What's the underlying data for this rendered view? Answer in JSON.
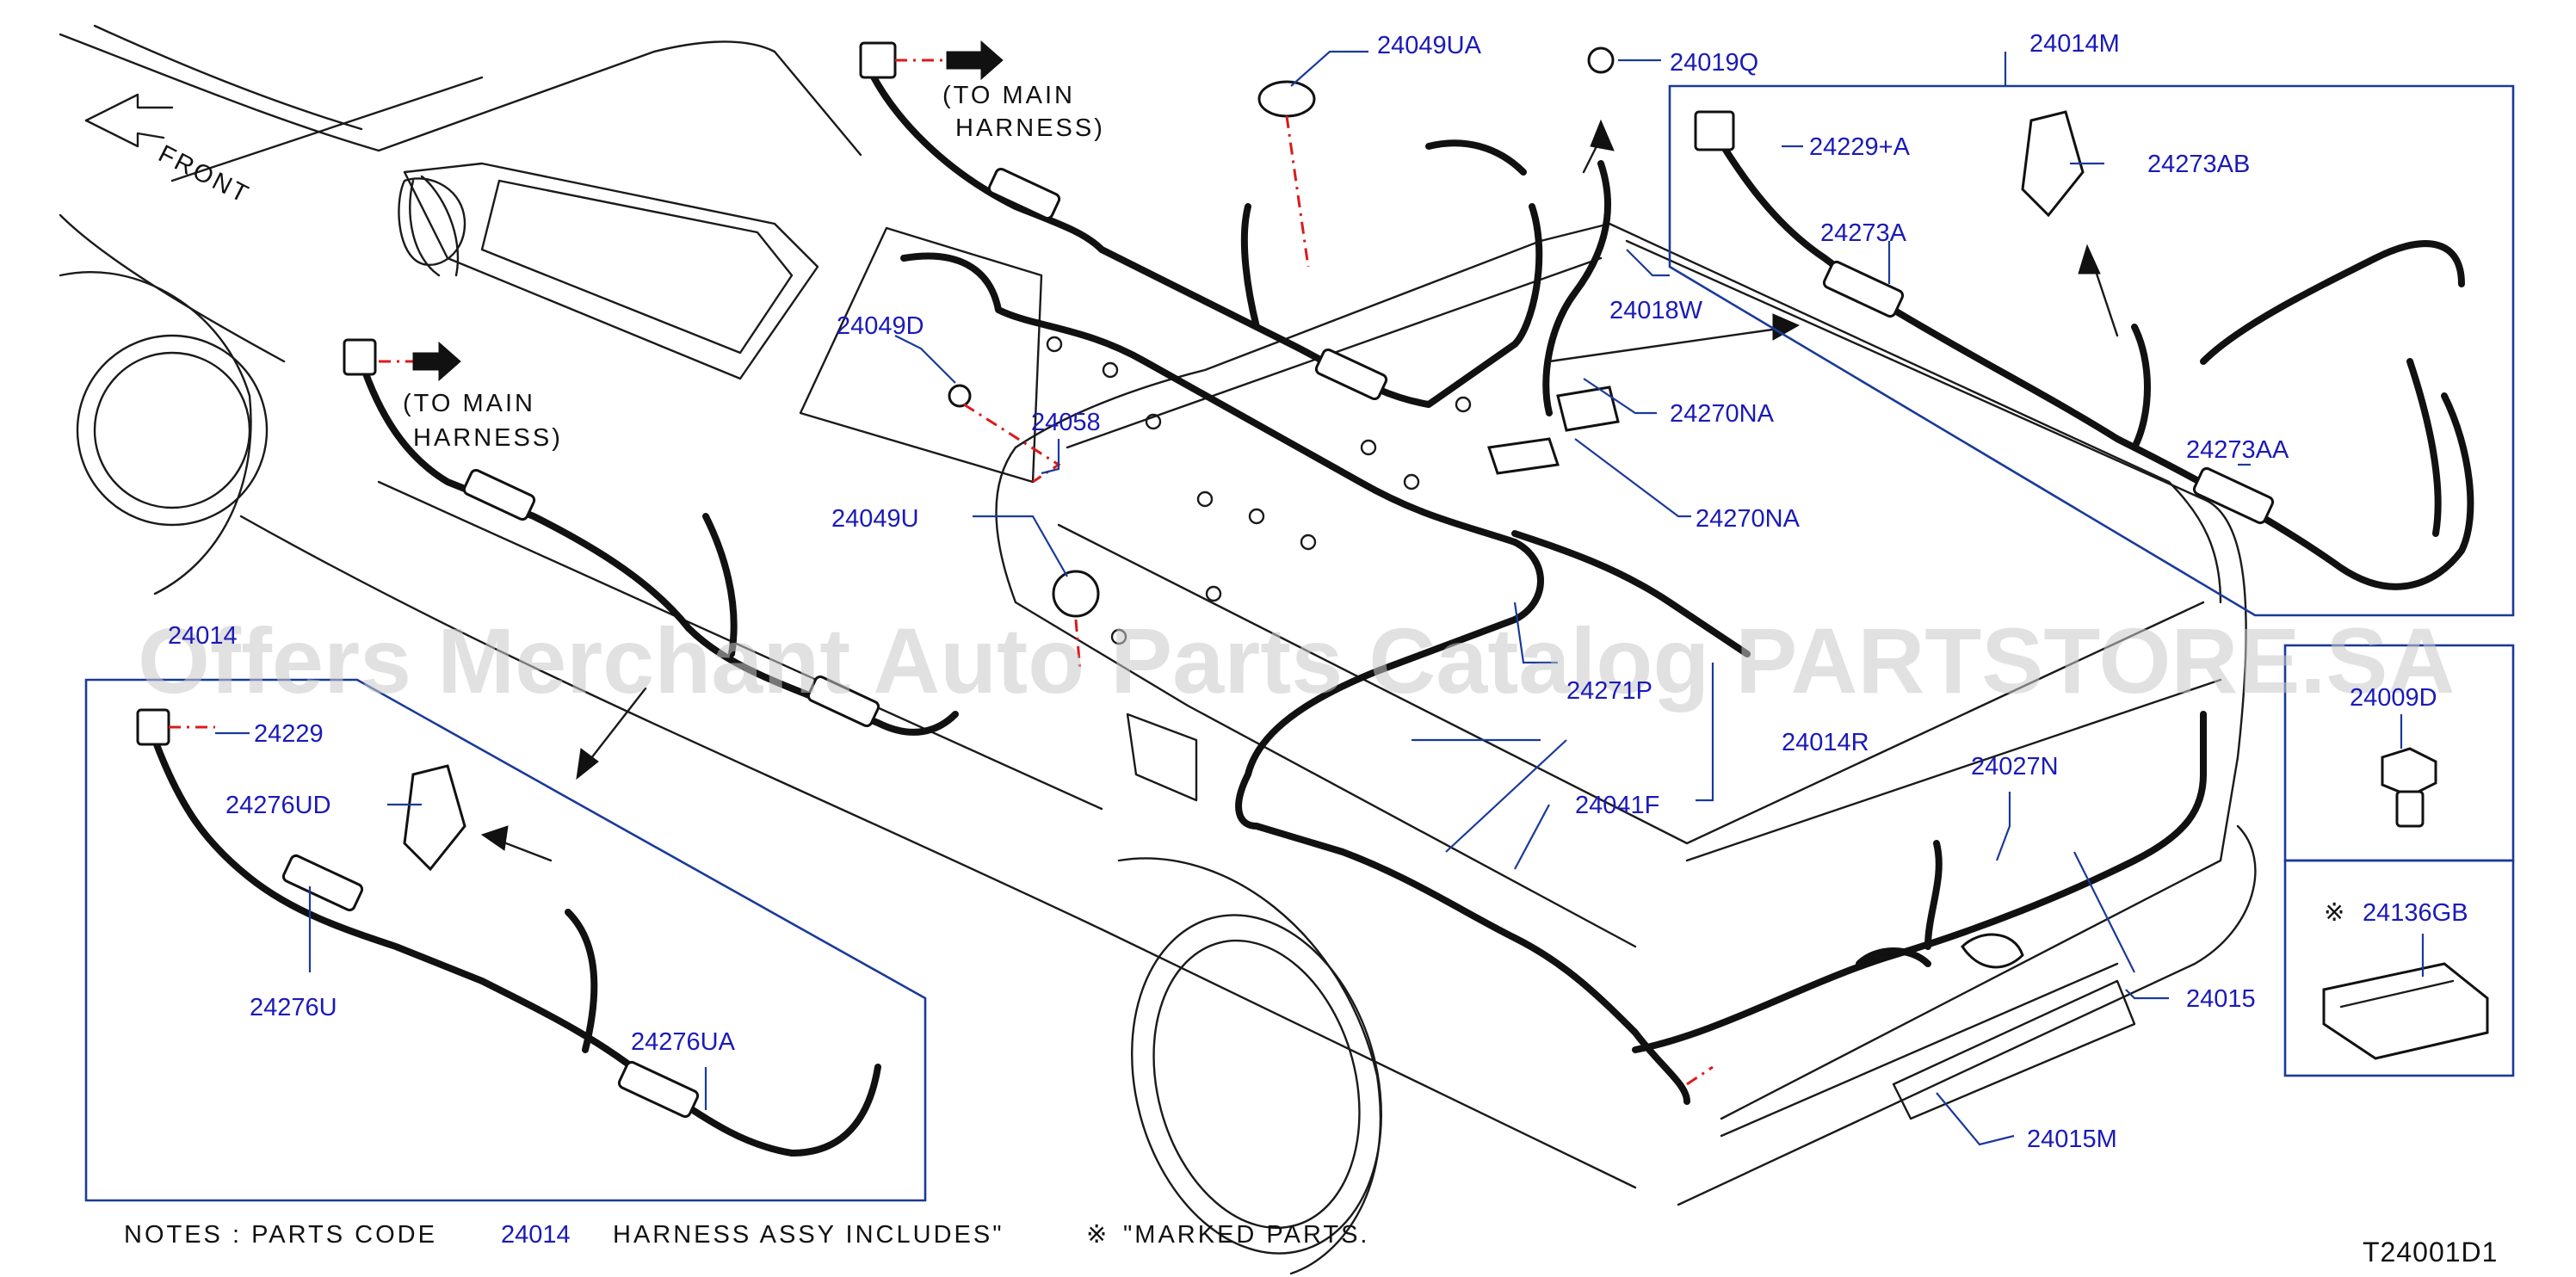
{
  "labels": {
    "front": "FRONT",
    "to_main_1": "(TO   MAIN",
    "harness_1": "HARNESS)",
    "to_main_2": "(TO   MAIN",
    "harness_2": "HARNESS)",
    "p24049UA": "24049UA",
    "p24019Q": "24019Q",
    "p24014M": "24014M",
    "p24229A": "24229+A",
    "p24273AB": "24273AB",
    "p24273A": "24273A",
    "p24273AA": "24273AA",
    "p24049D": "24049D",
    "p24058": "24058",
    "p24018W": "24018W",
    "p24270NA_1": "24270NA",
    "p24270NA_2": "24270NA",
    "p24049U": "24049U",
    "p24271P": "24271P",
    "p24014R": "24014R",
    "p24041F": "24041F",
    "p24027N": "24027N",
    "p24015": "24015",
    "p24015M": "24015M",
    "p24014": "24014",
    "p24229": "24229",
    "p24276UD": "24276UD",
    "p24276U": "24276U",
    "p24276UA": "24276UA",
    "p24009D": "24009D",
    "p24136GB": "24136GB",
    "marked_symbol": "※",
    "marked_symbol_2": "※"
  },
  "notes": {
    "prefix": "NOTES   :   PARTS   CODE",
    "code": "24014",
    "suffix": "HARNESS   ASSY   INCLUDES\"",
    "marked": "\"MARKED   PARTS."
  },
  "figure_code": "T24001D1",
  "watermark": "Offers Merchant Auto Parts Catalog PARTSTORE.SA",
  "colors": {
    "label": "#1a1ab8",
    "line": "#1a3a9a",
    "outline": "#1a1a1a",
    "red": "#d81b1b",
    "watermark": "#c8c8c8"
  }
}
